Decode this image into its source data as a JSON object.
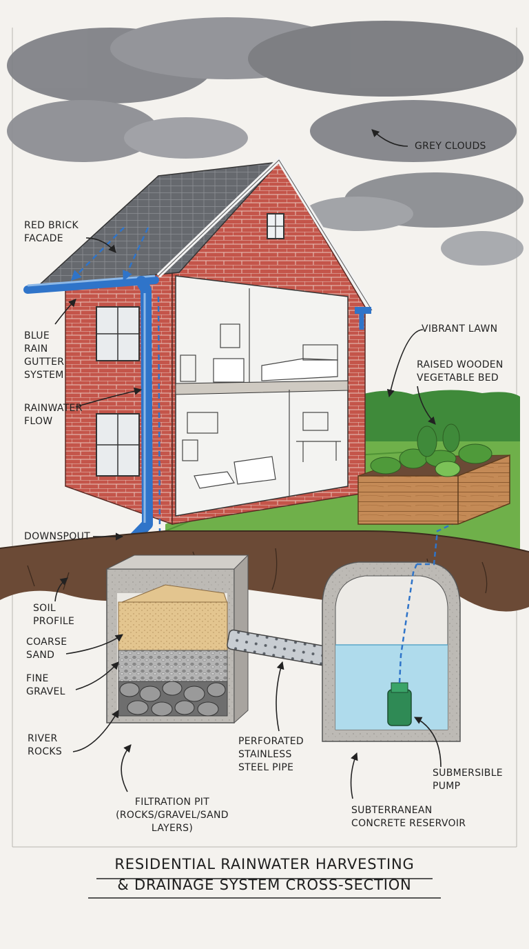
{
  "labels": {
    "grey_clouds": "GREY CLOUDS",
    "red_brick_facade": [
      "RED BRICK",
      "FACADE"
    ],
    "blue_rain_gutter": [
      "BLUE",
      "RAIN",
      "GUTTER",
      "SYSTEM"
    ],
    "rainwater_flow": [
      "RAINWATER",
      "FLOW"
    ],
    "downspout": "DOWNSPOUT",
    "soil_profile": [
      "SOIL",
      "PROFILE"
    ],
    "coarse_sand": [
      "COARSE",
      "SAND"
    ],
    "fine_gravel": [
      "FINE",
      "GRAVEL"
    ],
    "river_rocks": [
      "RIVER",
      "ROCKS"
    ],
    "filtration_pit": [
      "FILTRATION PIT",
      "(ROCKS/GRAVEL/SAND",
      "LAYERS)"
    ],
    "perforated_pipe": [
      "PERFORATED",
      "STAINLESS",
      "STEEL PIPE"
    ],
    "vibrant_lawn": "VIBRANT LAWN",
    "raised_bed": [
      "RAISED WOODEN",
      "VEGETABLE BED"
    ],
    "submersible_pump": [
      "SUBMERSIBLE",
      "PUMP"
    ],
    "reservoir": [
      "SUBTERRANEAN",
      "CONCRETE RESERVOIR"
    ]
  },
  "title": [
    "RESIDENTIAL RAINWATER HARVESTING",
    "& DRAINAGE SYSTEM CROSS-SECTION"
  ],
  "colors": {
    "brick": "#c4554a",
    "gutter_blue": "#2f74c9",
    "water": "#a9d9ec",
    "lawn": "#6fb04a",
    "soil": "#6b4a36",
    "sand": "#e3c58f",
    "wood": "#c48a56",
    "pump": "#2f8a55"
  }
}
